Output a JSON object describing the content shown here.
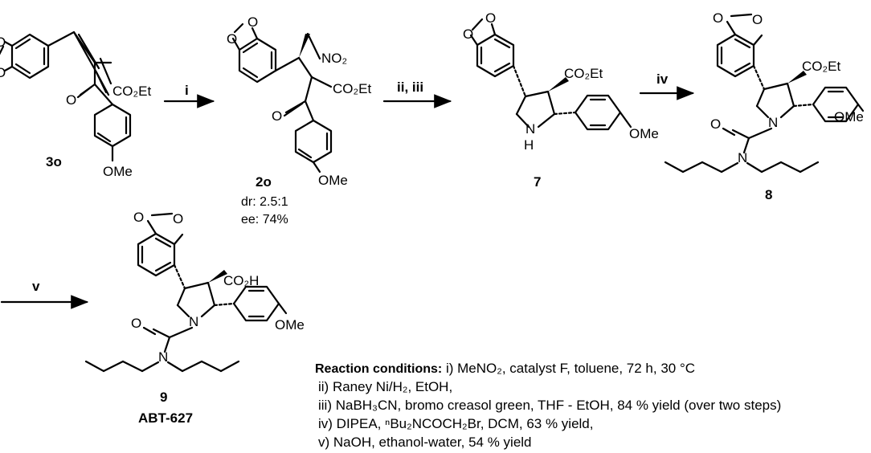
{
  "atoms": {
    "o": "O",
    "n": "N",
    "nh": "N",
    "h": "H",
    "co2et": "CO₂Et",
    "co2h": "CO₂H",
    "ome": "OMe",
    "no2": "NO₂"
  },
  "compounds": {
    "c3o": "3o",
    "c2o": "2o",
    "c7": "7",
    "c8": "8",
    "c9": "9",
    "c9_name": "ABT-627"
  },
  "stereo_notes": {
    "dr": "dr: 2.5:1",
    "ee": "ee: 74%"
  },
  "steps": {
    "s1": "i",
    "s2": "ii, iii",
    "s3": "iv",
    "s4": "v"
  },
  "conditions": {
    "heading": "Reaction conditions:",
    "line1": " i) MeNO₂, catalyst F, toluene, 72 h, 30 °C",
    "line2": "ii) Raney Ni/H₂, EtOH,",
    "line3": "iii) NaBH₃CN, bromo creasol green, THF - EtOH, 84 % yield (over two steps)",
    "line4": "iv) DIPEA, ⁿBu₂NCOCH₂Br, DCM, 63 % yield,",
    "line5": "v) NaOH, ethanol-water, 54 % yield"
  }
}
